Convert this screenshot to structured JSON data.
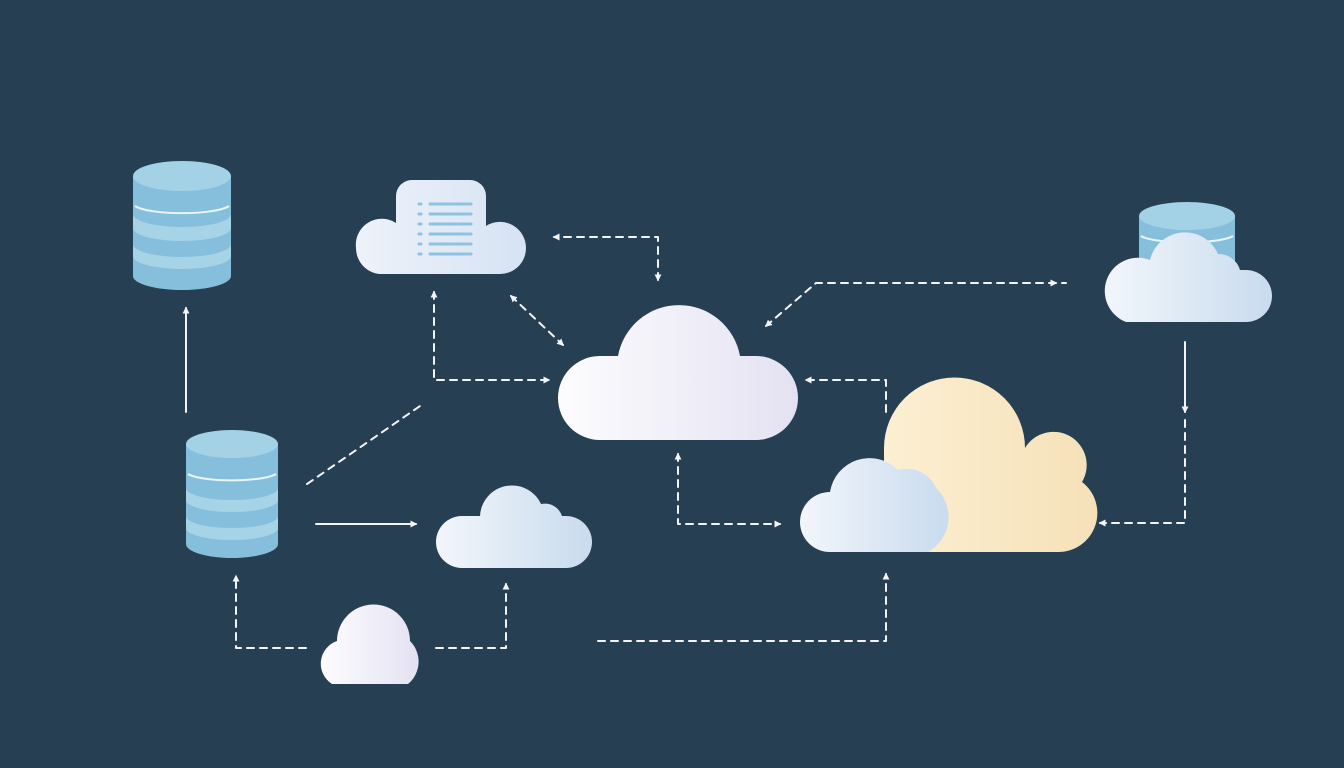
{
  "diagram": {
    "background": "#273f53",
    "connector_color": "#f2f4f7",
    "palette": {
      "cloud_white": "#f4f3f8",
      "cloud_lilac": "#e4e2f2",
      "cloud_blue_light": "#f2f6fb",
      "cloud_blue": "#c9dbee",
      "cloud_cream": "#fbebc9",
      "cloud_cream_light": "#f7e6bf",
      "database_top": "#a3d2e6",
      "database_body": "#86bfdb",
      "database_band": "#a6d3e6",
      "database_rim": "#e9f5fb",
      "document_lines": "#8ec3df"
    },
    "nodes": [
      {
        "id": "db-top-left",
        "kind": "database"
      },
      {
        "id": "db-mid-left",
        "kind": "database"
      },
      {
        "id": "cloud-document",
        "kind": "cloud",
        "icon": "document-list-icon"
      },
      {
        "id": "cloud-central-hub",
        "kind": "cloud"
      },
      {
        "id": "cloud-lower-middle",
        "kind": "cloud"
      },
      {
        "id": "cloud-bottom-small",
        "kind": "cloud"
      },
      {
        "id": "cloud-light-blue-right",
        "kind": "cloud"
      },
      {
        "id": "cloud-cream-right",
        "kind": "cloud"
      },
      {
        "id": "db-cloud-far-right",
        "kind": "database-with-cloud"
      }
    ],
    "connectors": [
      {
        "from": "db-mid-left",
        "to": "db-top-left",
        "style": "solid"
      },
      {
        "from": "db-mid-left",
        "to": "cloud-lower-middle",
        "style": "solid"
      },
      {
        "from": "cloud-bottom-small",
        "to": "db-mid-left",
        "style": "dashed"
      },
      {
        "from": "cloud-bottom-small",
        "to": "cloud-lower-middle",
        "style": "dashed"
      },
      {
        "from": "cloud-central-hub",
        "to": "cloud-document",
        "style": "dashed"
      },
      {
        "from": "cloud-document",
        "to": "cloud-central-hub",
        "style": "dashed"
      },
      {
        "from": "db-cloud-far-right",
        "to": "cloud-central-hub",
        "style": "dashed"
      },
      {
        "from": "db-cloud-far-right",
        "to": "cloud-cream-right",
        "style": "dashed"
      },
      {
        "from": "cloud-light-blue-right",
        "to": "cloud-central-hub",
        "style": "dashed"
      }
    ]
  }
}
